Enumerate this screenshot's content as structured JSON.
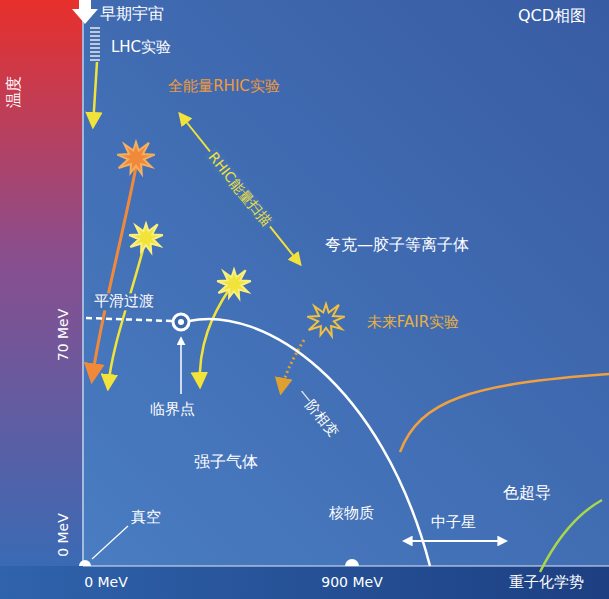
{
  "diagram": {
    "title": "QCD相图",
    "labels": [
      "早期宇宙",
      "LHC实验",
      "温度",
      "全能量RHIC实验",
      "RHIC能量扫描",
      "夸克—胶子等离子体",
      "70 MeV",
      "平滑过渡",
      "未来FAIR实验",
      "临界点",
      "一阶相变",
      "强子气体",
      "色超导",
      "0 MeV",
      "真空",
      "核物质",
      "中子星",
      "0 MeV",
      "900 MeV",
      "重子化学势"
    ]
  }
}
